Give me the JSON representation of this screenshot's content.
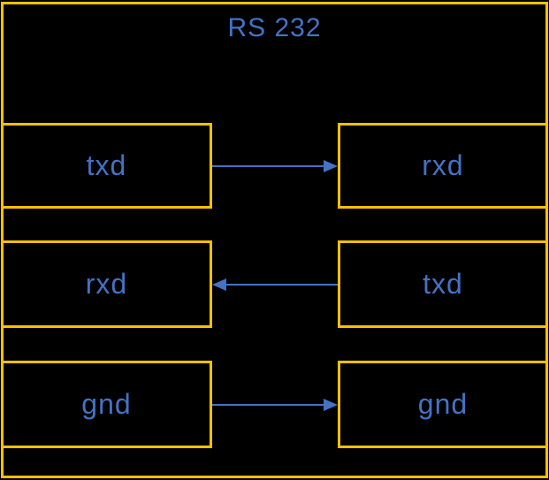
{
  "title": "RS 232",
  "colors": {
    "border": "#FFC000",
    "background": "#000000",
    "text": "#4472C4",
    "arrow": "#4472C4"
  },
  "rows": [
    {
      "left": {
        "label": "txd"
      },
      "arrow": {
        "direction": "right"
      },
      "right": {
        "label": "rxd"
      }
    },
    {
      "left": {
        "label": "rxd"
      },
      "arrow": {
        "direction": "left"
      },
      "right": {
        "label": "txd"
      }
    },
    {
      "left": {
        "label": "gnd"
      },
      "arrow": {
        "direction": "right"
      },
      "right": {
        "label": "gnd"
      }
    }
  ]
}
